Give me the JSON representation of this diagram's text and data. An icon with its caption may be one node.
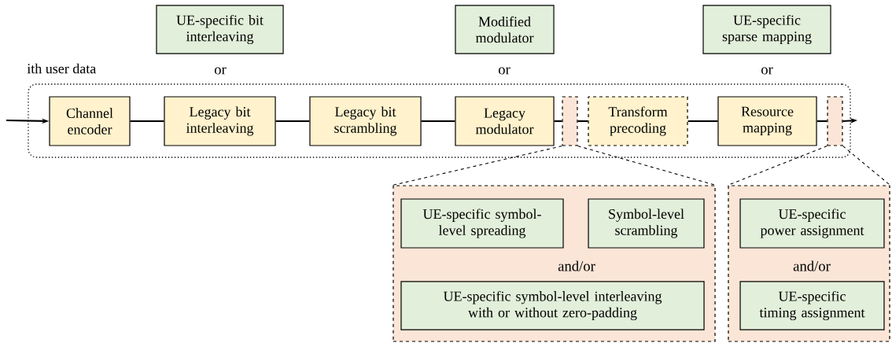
{
  "diagram": {
    "nodes": [
      {
        "text": [
          "ith user data"
        ]
      },
      {
        "text": [
          "Channel encoder"
        ],
        "in": 0
      },
      {
        "text": [
          "Legacy bit interleaving"
        ],
        "in": 0
      },
      {
        "text": [
          "Legacy bit scrambling"
        ],
        "in": 0
      },
      {
        "text": [
          "Legacy modulator"
        ],
        "in": 0
      },
      {
        "text": [],
        "shape": "box",
        "in": 0
      },
      {
        "text": [
          "Transform precoding"
        ],
        "in": 0
      },
      {
        "text": [
          "Resource mapping"
        ],
        "in": 0
      },
      {
        "text": [],
        "shape": "box",
        "in": 0
      },
      {
        "text": [
          "UE-specific bit interleaving"
        ]
      },
      {
        "text": [
          "Modified modulator"
        ]
      },
      {
        "text": [
          "UE-specific sparse mapping"
        ]
      },
      {
        "text": [
          "and/or"
        ]
      },
      {
        "text": [
          "UE-specific symbol-level spreading"
        ],
        "in": 12
      },
      {
        "text": [
          "Symbol-level scrambling"
        ],
        "in": 12
      },
      {
        "text": [
          "UE-specific symbol-level interleaving with or without zero-padding"
        ],
        "in": 12
      },
      {
        "text": [
          "and/or"
        ]
      },
      {
        "text": [
          "UE-specific power assignment"
        ],
        "in": 16
      },
      {
        "text": [
          "UE-specific timing assignment"
        ],
        "in": 16
      }
    ],
    "edges": [
      {
        "from": null,
        "to": 1,
        "arrow": "to"
      },
      {
        "from": 1,
        "to": 2,
        "arrow": "none"
      },
      {
        "from": 2,
        "to": 3,
        "arrow": "none"
      },
      {
        "from": 3,
        "to": 4,
        "arrow": "none"
      },
      {
        "from": 4,
        "to": 5,
        "arrow": "none"
      },
      {
        "from": 5,
        "to": 6,
        "arrow": "none"
      },
      {
        "from": 6,
        "to": 7,
        "arrow": "none"
      },
      {
        "from": 7,
        "to": 8,
        "arrow": "none"
      },
      {
        "from": 8,
        "to": null,
        "arrow": "to"
      },
      {
        "from": 5,
        "to": 12,
        "arrow": "none",
        "style": "dashed"
      },
      {
        "from": 5,
        "to": 12,
        "arrow": "none",
        "style": "dashed"
      },
      {
        "from": 8,
        "to": 16,
        "arrow": "none",
        "style": "dashed"
      },
      {
        "from": 8,
        "to": 16,
        "arrow": "none",
        "style": "dashed"
      }
    ],
    "labels": [
      "or",
      "or",
      "or"
    ]
  }
}
